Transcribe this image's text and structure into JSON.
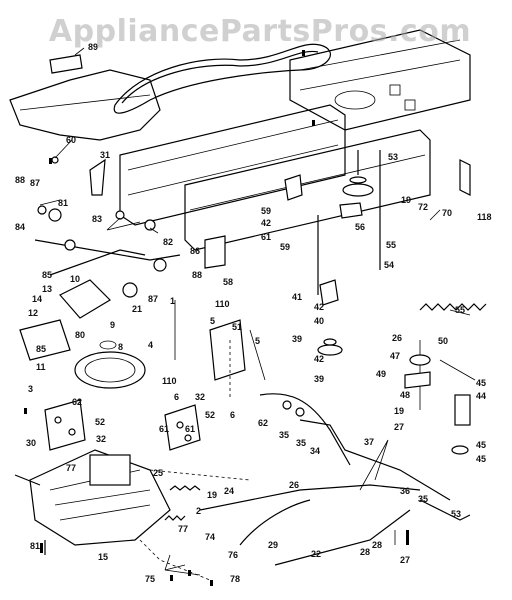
{
  "watermark": "AppliancePartsPros.com",
  "callouts": [
    "89",
    "60",
    "31",
    "88",
    "87",
    "81",
    "84",
    "83",
    "82",
    "85",
    "86",
    "88",
    "10",
    "14",
    "13",
    "12",
    "80",
    "85",
    "11",
    "87",
    "21",
    "9",
    "8",
    "4",
    "3",
    "62",
    "52",
    "30",
    "32",
    "77",
    "81",
    "15",
    "1",
    "110",
    "5",
    "51",
    "5",
    "110",
    "6",
    "6",
    "61",
    "32",
    "52",
    "61",
    "25",
    "19",
    "24",
    "2",
    "77",
    "74",
    "76",
    "78",
    "75",
    "58",
    "59",
    "42",
    "61",
    "59",
    "53",
    "19",
    "72",
    "70",
    "118",
    "56",
    "55",
    "54",
    "41",
    "42",
    "40",
    "39",
    "42",
    "39",
    "55",
    "26",
    "50",
    "47",
    "49",
    "45",
    "44",
    "48",
    "19",
    "27",
    "45",
    "45",
    "62",
    "35",
    "35",
    "34",
    "37",
    "36",
    "35",
    "53",
    "26",
    "28",
    "29",
    "22",
    "27",
    "28"
  ]
}
